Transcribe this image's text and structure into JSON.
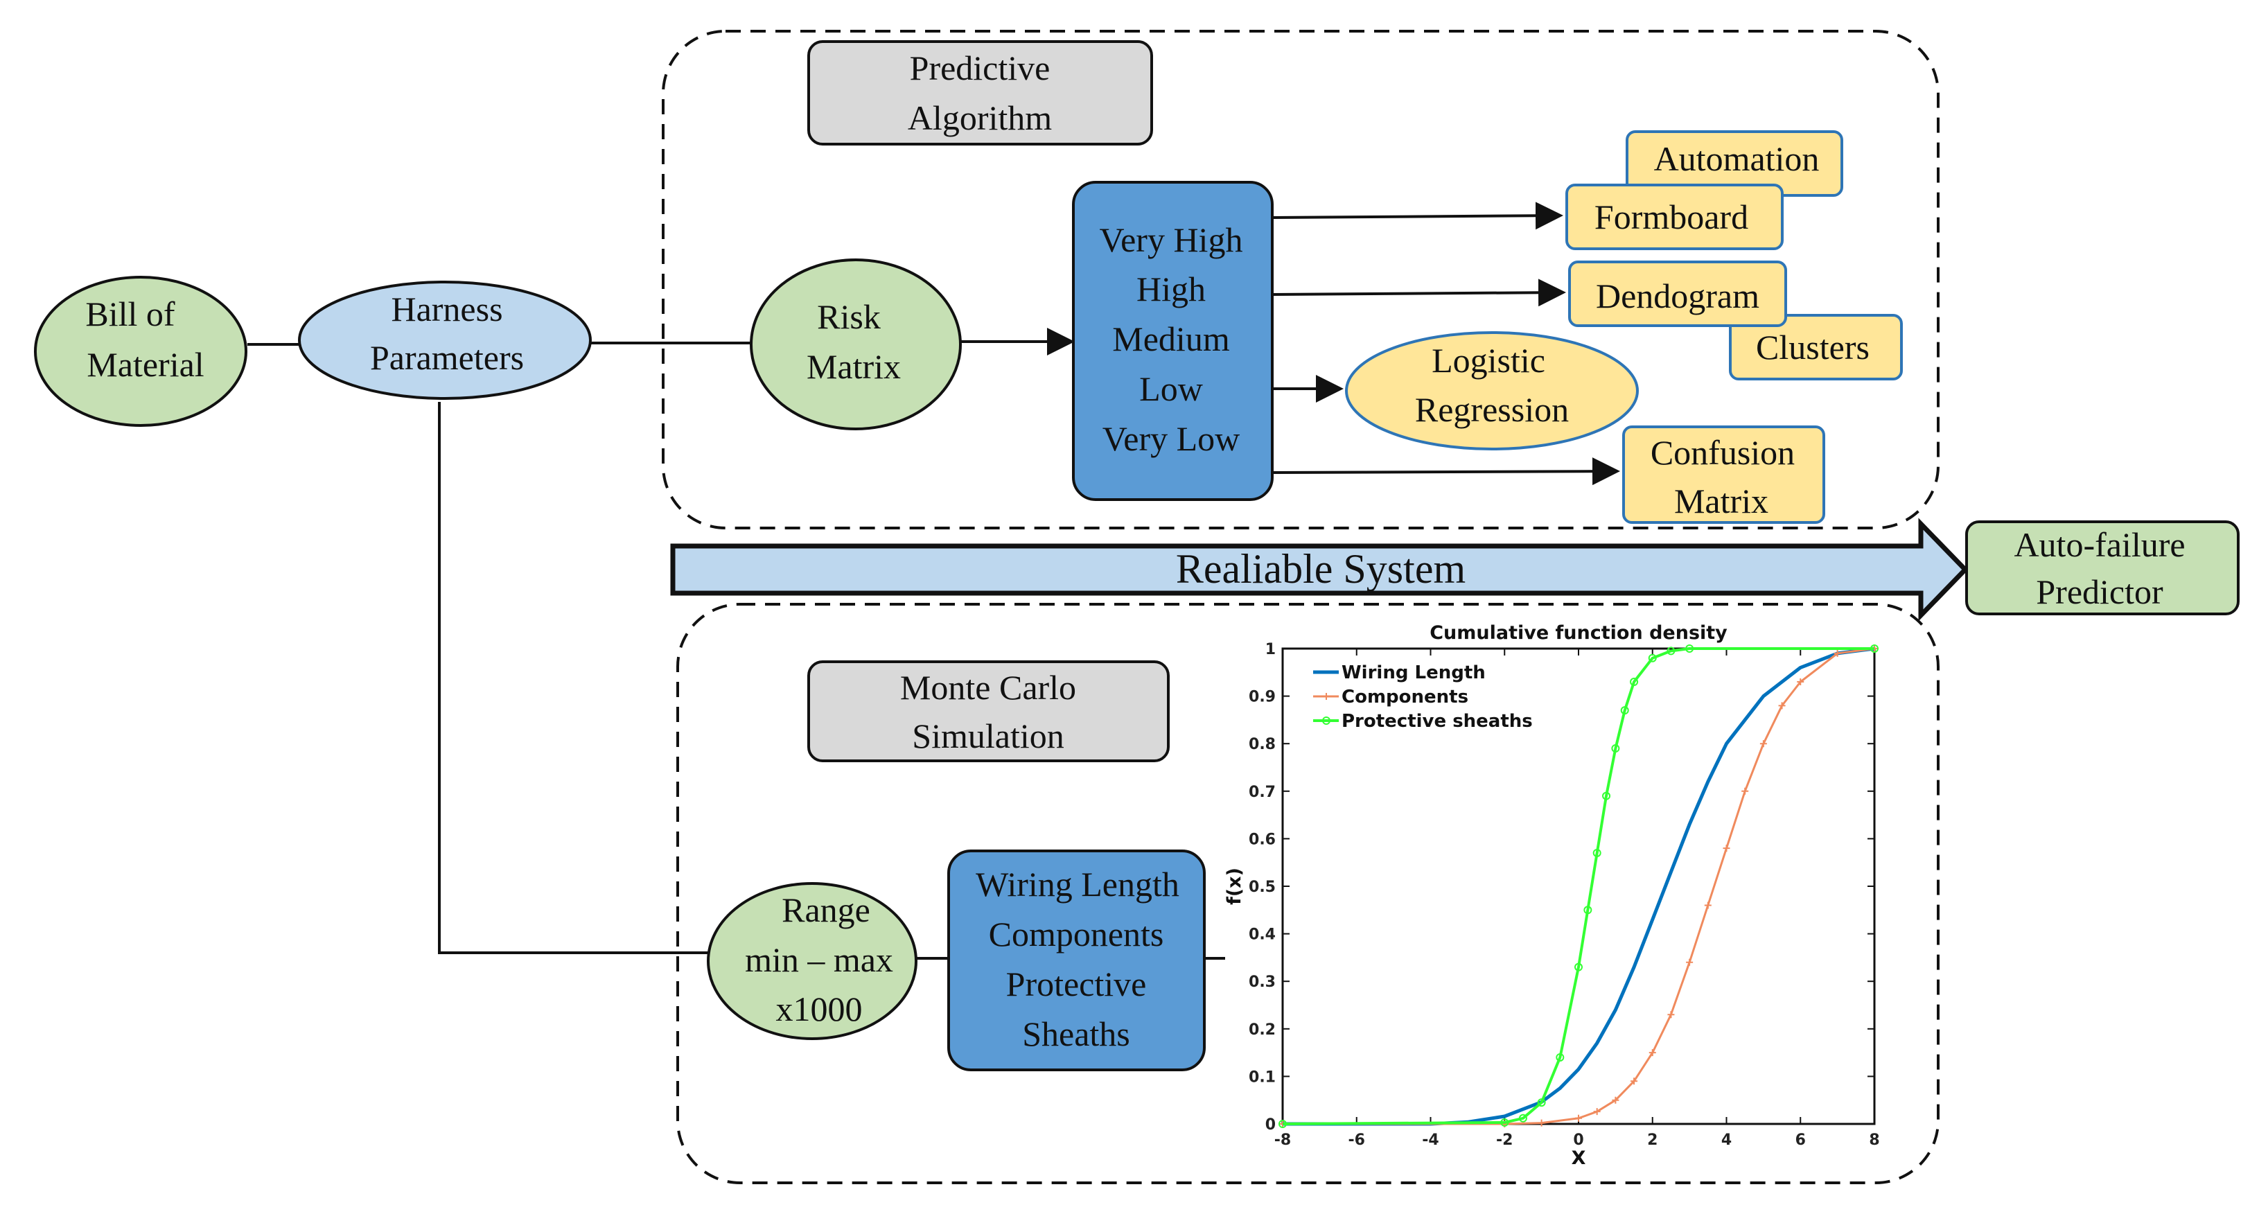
{
  "nodes": {
    "bill_of_material": [
      "Bill of",
      "Material"
    ],
    "harness_parameters": [
      "Harness",
      "Parameters"
    ],
    "risk_matrix": [
      "Risk",
      "Matrix"
    ],
    "risk_levels": [
      "Very High",
      "High",
      "Medium",
      "Low",
      "Very Low"
    ],
    "predictive_algorithm": [
      "Predictive",
      "Algorithm"
    ],
    "automation": "Automation",
    "formboard": "Formboard",
    "dendogram": "Dendogram",
    "clusters": "Clusters",
    "logistic_regression": [
      "Logistic",
      "Regression"
    ],
    "confusion_matrix": [
      "Confusion",
      "Matrix"
    ],
    "reliable_system": "Realiable System",
    "auto_failure_predictor": [
      "Auto-failure",
      "Predictor"
    ],
    "monte_carlo": [
      "Monte Carlo",
      "Simulation"
    ],
    "range": [
      "Range",
      "min – max",
      "x1000"
    ],
    "variables": [
      "Wiring Length",
      "Components",
      "Protective",
      "Sheaths"
    ]
  },
  "colors": {
    "green_fill": "#c6e0b4",
    "light_blue_fill": "#bdd7ee",
    "dark_blue_fill": "#5b9bd5",
    "gray_fill": "#d9d9d9",
    "yellow_fill": "#ffe699",
    "yellow_border": "#2e75b6",
    "series_blue": "#0072bd",
    "series_orange": "#f08a5d",
    "series_green": "#33ff33"
  },
  "chart_data": {
    "type": "line",
    "title": "Cumulative function density",
    "xlabel": "X",
    "ylabel": "f(x)",
    "xlim": [
      -8,
      8
    ],
    "ylim": [
      0,
      1
    ],
    "xticks": [
      "-8",
      "-6",
      "-4",
      "-2",
      "0",
      "2",
      "4",
      "6",
      "8"
    ],
    "yticks": [
      "0",
      "0.1",
      "0.2",
      "0.3",
      "0.4",
      "0.5",
      "0.6",
      "0.7",
      "0.8",
      "0.9",
      "1"
    ],
    "legend_position": "top-left",
    "series": [
      {
        "name": "Wiring Length",
        "x": [
          -8,
          -4,
          -3,
          -2,
          -1,
          -0.5,
          0,
          0.5,
          1,
          1.5,
          2,
          2.5,
          3,
          3.5,
          4,
          5,
          6,
          7,
          8
        ],
        "values": [
          0.0,
          0.0,
          0.004,
          0.016,
          0.046,
          0.075,
          0.115,
          0.17,
          0.24,
          0.33,
          0.43,
          0.53,
          0.63,
          0.72,
          0.8,
          0.9,
          0.96,
          0.99,
          1.0
        ]
      },
      {
        "name": "Components",
        "x": [
          -8,
          -2,
          -1,
          0,
          0.5,
          1,
          1.5,
          2,
          2.5,
          3,
          3.5,
          4,
          4.5,
          5,
          5.5,
          6,
          7,
          8
        ],
        "values": [
          0.0,
          0.0,
          0.002,
          0.012,
          0.026,
          0.05,
          0.09,
          0.15,
          0.23,
          0.34,
          0.46,
          0.58,
          0.7,
          0.8,
          0.88,
          0.93,
          0.99,
          1.0
        ]
      },
      {
        "name": "Protective sheaths",
        "x": [
          -8,
          -2,
          -1.5,
          -1,
          -0.5,
          0,
          0.25,
          0.5,
          0.75,
          1,
          1.25,
          1.5,
          2,
          2.5,
          3,
          8
        ],
        "values": [
          0.0,
          0.003,
          0.012,
          0.045,
          0.14,
          0.33,
          0.45,
          0.57,
          0.69,
          0.79,
          0.87,
          0.93,
          0.98,
          0.995,
          1.0,
          1.0
        ]
      }
    ]
  }
}
